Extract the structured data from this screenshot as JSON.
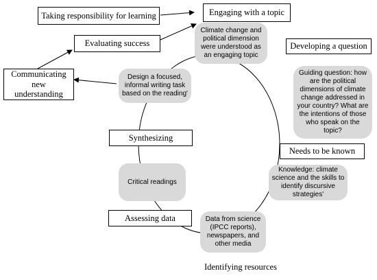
{
  "stages": {
    "taking_responsibility": "Taking responsibility for learning",
    "engaging": "Engaging with a topic",
    "evaluating_success": "Evaluating success",
    "developing_question": "Developing a question",
    "communicating": "Communicating new understanding",
    "synthesizing": "Synthesizing",
    "needs_to_be_known": "Needs to be known",
    "assessing_data": "Assessing data",
    "identifying_resources": "Identifying resources"
  },
  "bubbles": {
    "climate_topic": "Climate change and political dimension were understood as an engaging topic",
    "guiding_question": "Guiding question: how are the political dimensions of climate change addressed in your country? What are the intentions of those who speak on the topic?",
    "writing_task": "Design a focused, informal writing task based on the reading'",
    "knowledge": "Knowledge: climate science and the skills to identify discursive strategies'",
    "critical_readings": "Critical readings",
    "data_sources": "Data from science (IPCC reports), newspapers, and other media"
  }
}
